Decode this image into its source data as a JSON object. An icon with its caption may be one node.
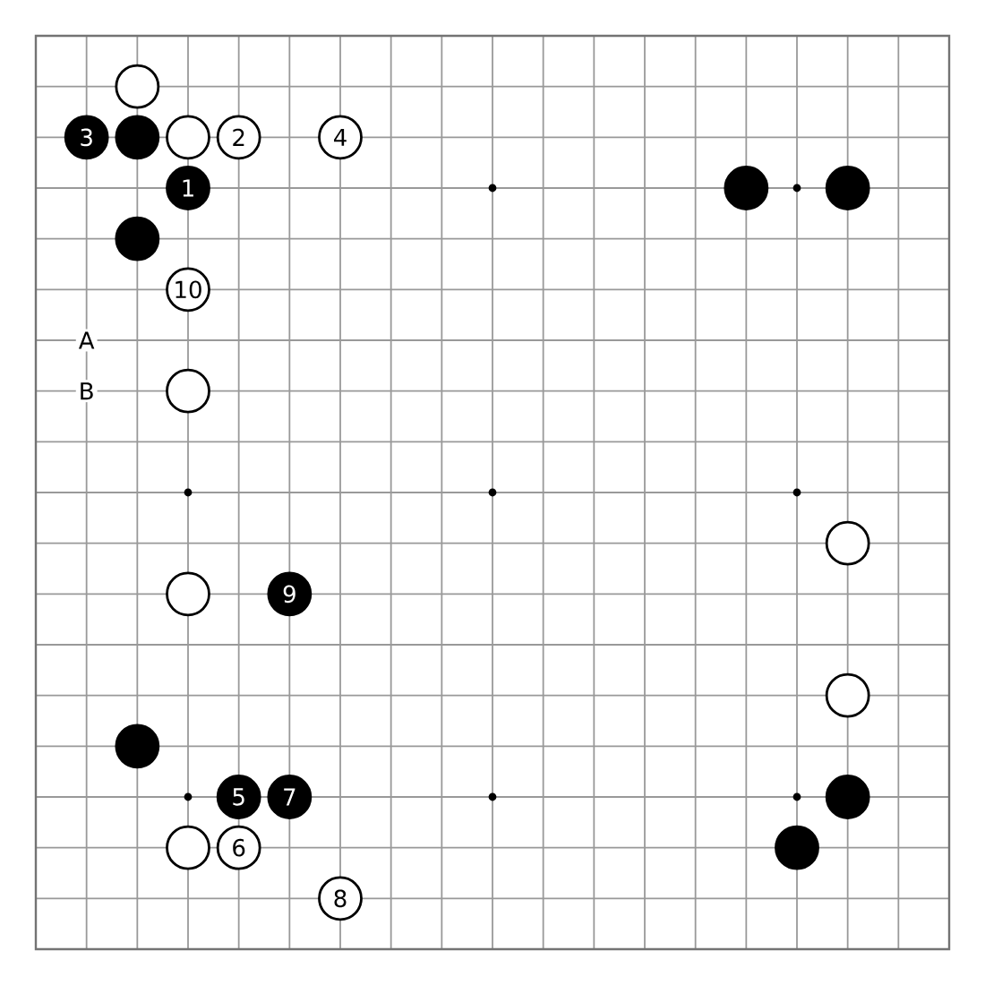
{
  "diagram": {
    "nodes": [
      {
        "text": [],
        "shape": "circle"
      },
      {
        "text": [
          "3"
        ]
      },
      {
        "text": [],
        "shape": "circle"
      },
      {
        "text": [],
        "shape": "circle"
      },
      {
        "text": [
          "2"
        ]
      },
      {
        "text": [
          "4"
        ]
      },
      {
        "text": [
          "1"
        ]
      },
      {
        "text": [],
        "shape": "circle"
      },
      {
        "text": [],
        "shape": "circle"
      },
      {
        "text": [],
        "shape": "circle"
      },
      {
        "text": [
          "10"
        ]
      },
      {
        "text": [],
        "shape": "circle"
      },
      {
        "text": [],
        "shape": "circle"
      },
      {
        "text": [],
        "shape": "circle"
      },
      {
        "text": [
          "9"
        ]
      },
      {
        "text": [],
        "shape": "circle"
      },
      {
        "text": [],
        "shape": "circle"
      },
      {
        "text": [
          "5"
        ]
      },
      {
        "text": [
          "7"
        ]
      },
      {
        "text": [],
        "shape": "circle"
      },
      {
        "text": [],
        "shape": "circle"
      },
      {
        "text": [
          "6"
        ]
      },
      {
        "text": [],
        "shape": "circle"
      },
      {
        "text": [
          "8"
        ]
      }
    ],
    "labels": [
      "A",
      "B"
    ]
  }
}
